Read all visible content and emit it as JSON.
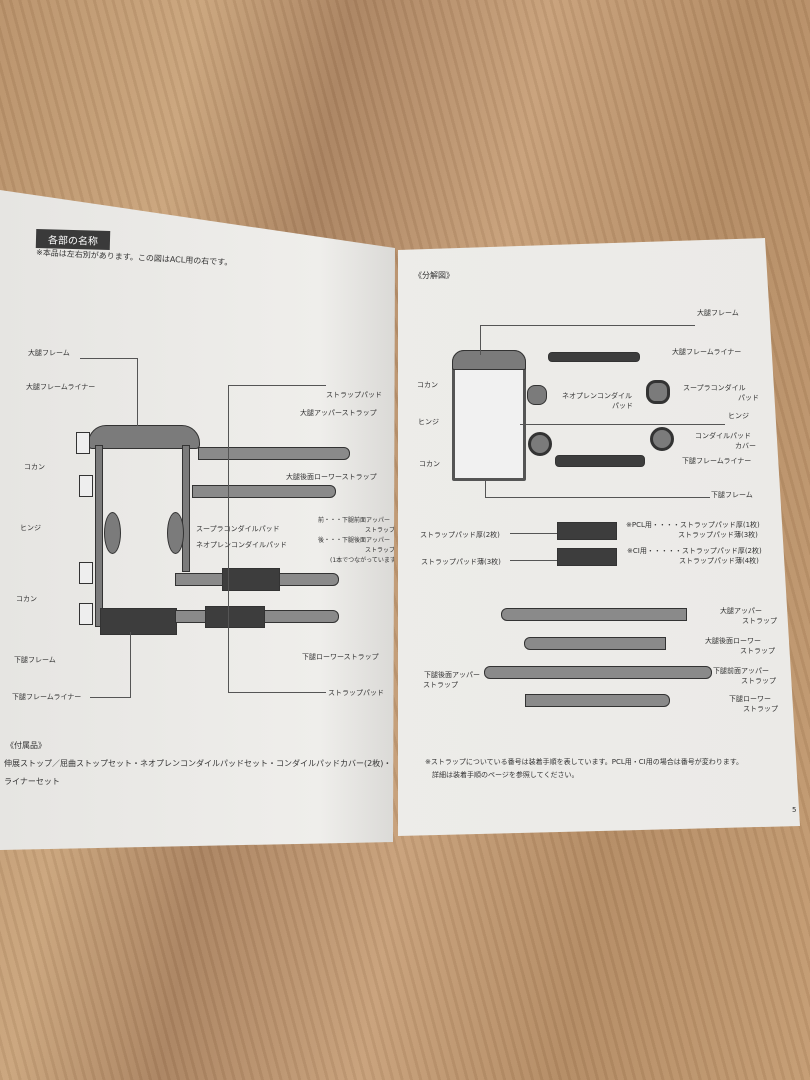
{
  "left_page": {
    "section_title": "各部の名称",
    "note": "※本品は左右別があります。この図はACL用の右です。",
    "labels": {
      "thigh_frame": "大腿フレーム",
      "thigh_frame_liner": "大腿フレームライナー",
      "kokan_upper": "コカン",
      "hinge": "ヒンジ",
      "kokan_lower": "コカン",
      "shin_frame": "下腿フレーム",
      "shin_frame_liner": "下腿フレームライナー",
      "strap_pad_top": "ストラップパッド",
      "thigh_upper_strap": "大腿アッパーストラップ",
      "thigh_rear_lower_strap": "大腿後面ローワーストラップ",
      "supracondyle_pad": "スープラコンダイルパッド",
      "neoprene_condyle_pad": "ネオプレンコンダイルパッド",
      "front_note_1": "前・・・下腿前面アッパー",
      "front_note_2": "ストラップ",
      "rear_note_1": "後・・・下腿後面アッパー",
      "rear_note_2": "ストラップ",
      "connected_note": "(1本でつながっています)",
      "shin_lower_strap": "下腿ローワーストラップ",
      "strap_pad_bottom": "ストラップパッド"
    },
    "accessories_title": "《付属品》",
    "accessories_line1": "伸展ストップ／屈曲ストップセット・ネオプレンコンダイルパッドセット・コンダイルパッドカバー(2枚)・",
    "accessories_line2": "ライナーセット"
  },
  "right_page": {
    "section_title": "《分解図》",
    "labels": {
      "thigh_frame": "大腿フレーム",
      "thigh_frame_liner": "大腿フレームライナー",
      "kokan_upper": "コカン",
      "neoprene_condyle_pad_1": "ネオプレンコンダイル",
      "neoprene_condyle_pad_2": "パッド",
      "supracondyle_pad_1": "スープラコンダイル",
      "supracondyle_pad_2": "パッド",
      "hinge_left": "ヒンジ",
      "hinge_right": "ヒンジ",
      "condyle_pad_cover_1": "コンダイルパッド",
      "condyle_pad_cover_2": "カバー",
      "kokan_lower": "コカン",
      "shin_frame_liner": "下腿フレームライナー",
      "shin_frame": "下腿フレーム",
      "strap_pad_thick": "ストラップパッド厚(2枚)",
      "strap_pad_thin": "ストラップパッド薄(3枚)",
      "pcl_note_1": "※PCL用・・・・ストラップパッド厚(1枚)",
      "pcl_note_2": "ストラップパッド薄(3枚)",
      "ci_note_1": "※CI用・・・・・ストラップパッド厚(2枚)",
      "ci_note_2": "ストラップパッド薄(4枚)",
      "thigh_upper_strap_1": "大腿アッパー",
      "thigh_upper_strap_2": "ストラップ",
      "thigh_rear_lower_1": "大腿後面ローワー",
      "thigh_rear_lower_2": "ストラップ",
      "shin_rear_upper_1": "下腿後面アッパー",
      "shin_rear_upper_2": "ストラップ",
      "shin_front_upper_1": "下腿前面アッパー",
      "shin_front_upper_2": "ストラップ",
      "shin_lower_1": "下腿ローワー",
      "shin_lower_2": "ストラップ"
    },
    "footnote_1": "※ストラップについている番号は装着手順を表しています。PCL用・CI用の場合は番号が変わります。",
    "footnote_2": "詳細は装着手順のページを参照してください。",
    "page_number": "5"
  }
}
